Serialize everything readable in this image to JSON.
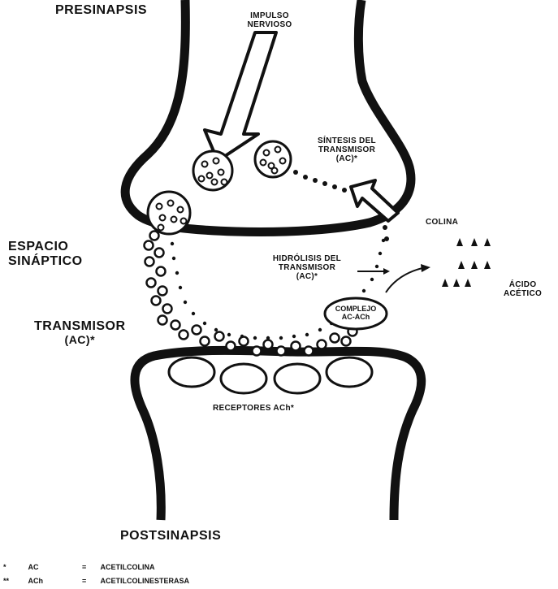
{
  "labels": {
    "presynapsis": "PRESINAPSIS",
    "impulse": "IMPULSO NERVIOSO",
    "synthesis_line1": "SÍNTESIS DEL",
    "synthesis_line2": "TRANSMISOR",
    "synthesis_line3": "(AC)*",
    "choline": "COLINA",
    "synaptic_space_line1": "ESPACIO",
    "synaptic_space_line2": "SINÁPTICO",
    "hydrolysis_line1": "HIDRÓLISIS DEL",
    "hydrolysis_line2": "TRANSMISOR",
    "hydrolysis_line3": "(AC)*",
    "acetic_line1": "ÁCIDO",
    "acetic_line2": "ACÉTICO",
    "transmitter_line1": "TRANSMISOR",
    "transmitter_line2": "(AC)*",
    "complex_line1": "COMPLEJO",
    "complex_line2": "AC-ACh",
    "receptors": "RECEPTORES ACh*",
    "postsynapsis": "POSTSINAPSIS"
  },
  "legend": [
    {
      "mark": "*",
      "abbr": "AC",
      "eq": "=",
      "meaning": "ACETILCOLINA"
    },
    {
      "mark": "**",
      "abbr": "ACh",
      "eq": "=",
      "meaning": "ACETILCOLINESTERASA"
    }
  ],
  "colors": {
    "ink": "#111111",
    "background": "#ffffff"
  }
}
